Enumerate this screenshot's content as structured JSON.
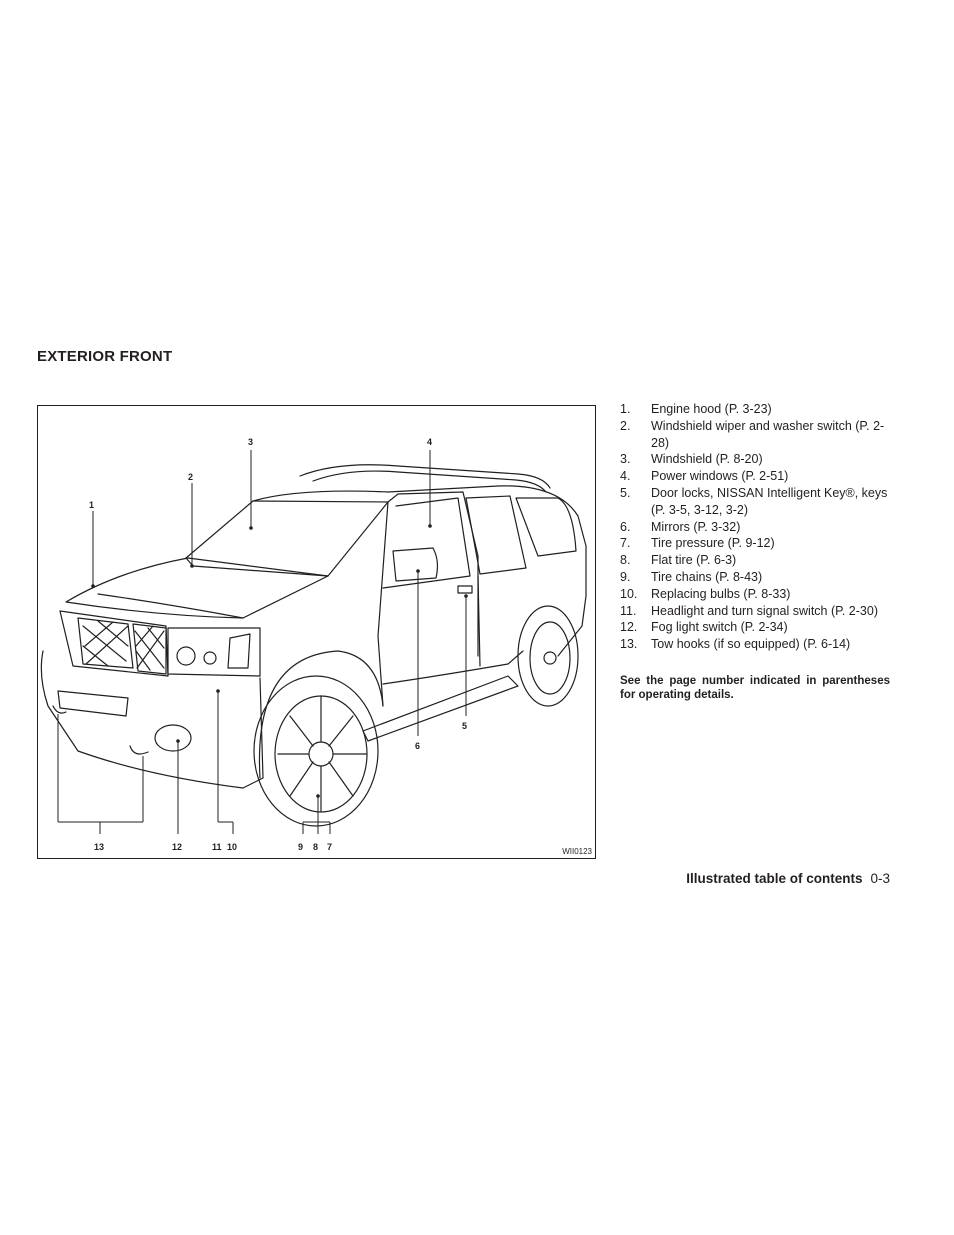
{
  "section_title": "EXTERIOR FRONT",
  "figure": {
    "image_id": "WII0123",
    "callouts": [
      "1",
      "2",
      "3",
      "4",
      "5",
      "6",
      "13",
      "12",
      "11",
      "10",
      "9",
      "8",
      "7"
    ]
  },
  "items": [
    {
      "num": "1.",
      "text": "Engine hood (P. 3-23)"
    },
    {
      "num": "2.",
      "text": "Windshield wiper and washer switch (P. 2-28)"
    },
    {
      "num": "3.",
      "text": "Windshield (P. 8-20)"
    },
    {
      "num": "4.",
      "text": "Power windows (P. 2-51)"
    },
    {
      "num": "5.",
      "text": "Door locks, NISSAN Intelligent Key®, keys (P. 3-5, 3-12, 3-2)"
    },
    {
      "num": "6.",
      "text": "Mirrors (P. 3-32)"
    },
    {
      "num": "7.",
      "text": "Tire pressure (P. 9-12)"
    },
    {
      "num": "8.",
      "text": "Flat tire (P. 6-3)"
    },
    {
      "num": "9.",
      "text": "Tire chains (P. 8-43)"
    },
    {
      "num": "10.",
      "text": "Replacing bulbs (P. 8-33)"
    },
    {
      "num": "11.",
      "text": "Headlight and turn signal switch (P. 2-30)"
    },
    {
      "num": "12.",
      "text": "Fog light switch (P. 2-34)"
    },
    {
      "num": "13.",
      "text": "Tow hooks (if so equipped) (P. 6-14)"
    }
  ],
  "note": "See the page number indicated in paren­theses for operating details.",
  "footer": {
    "section": "Illustrated table of contents",
    "page": "0-3"
  }
}
